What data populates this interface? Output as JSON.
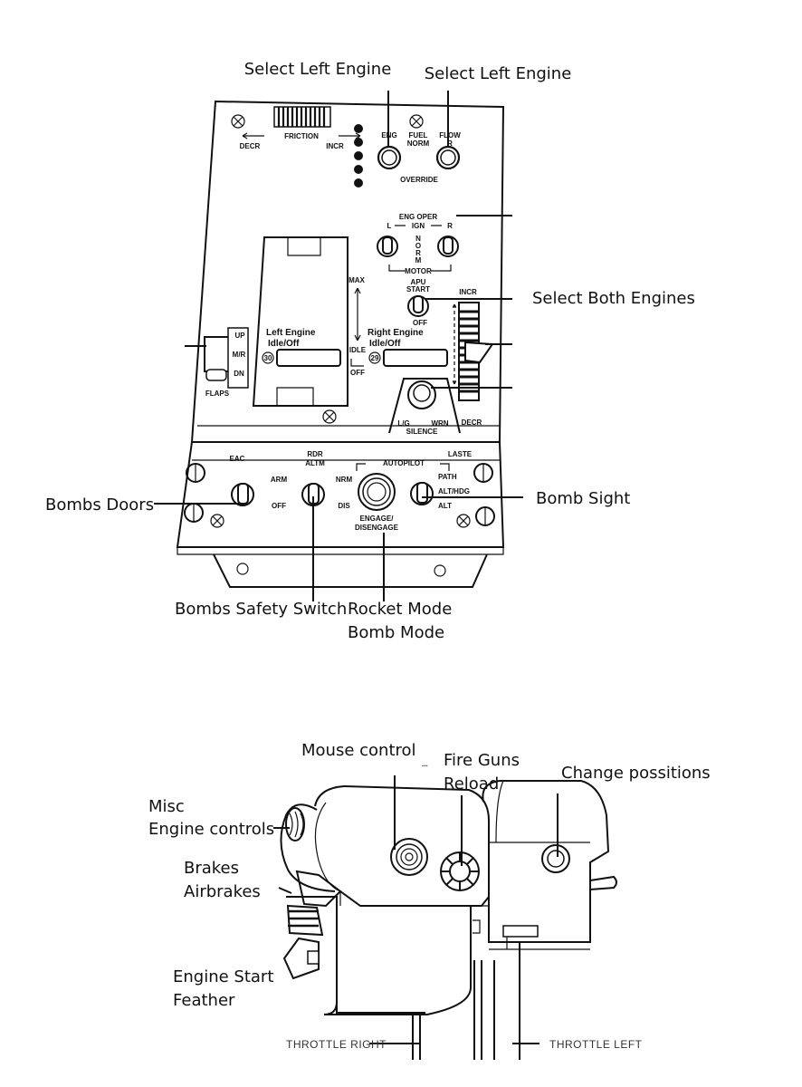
{
  "panel": {
    "friction": "FRICTION",
    "decr": "DECR",
    "incr": "INCR",
    "eng": "ENG",
    "fuel_norm_1": "FUEL",
    "fuel_norm_2": "NORM",
    "flow": "FLOW",
    "flow_r": "R",
    "override": "OVERRIDE",
    "eng_oper": "ENG OPER",
    "ign_l": "L",
    "ign": "IGN",
    "ign_r": "R",
    "norm_n": "N",
    "norm_o": "O",
    "norm_r": "R",
    "norm_m": "M",
    "motor": "MOTOR",
    "apu_1": "APU",
    "apu_2": "START",
    "apu_off": "OFF",
    "max": "MAX",
    "idle": "IDLE",
    "off": "OFF",
    "incr_right": "INCR",
    "decr_right": "DECR",
    "up": "UP",
    "mr": "M/R",
    "dn": "DN",
    "flaps": "FLAPS",
    "left_engine_1": "Left Engine",
    "left_engine_2": "Idle/Off",
    "left_num": "30",
    "right_engine_1": "Right Engine",
    "right_engine_2": "Idle/Off",
    "right_num": "29",
    "lg": "L/G",
    "wrn": "WRN",
    "silence": "SILENCE",
    "eac": "EAC",
    "arm": "ARM",
    "eac_off": "OFF",
    "rdr_1": "RDR",
    "rdr_2": "ALTM",
    "nrm": "NRM",
    "dis": "DIS",
    "autopilot": "AUTOPILOT",
    "engage_1": "ENGAGE/",
    "engage_2": "DISENGAGE",
    "laste": "LASTE",
    "path": "PATH",
    "alt_hdg": "ALT/HDG",
    "alt": "ALT"
  },
  "callouts": {
    "select_left_engine_a": "Select Left Engine",
    "select_left_engine_b": "Select Left Engine",
    "select_both_engines": "Select Both Engines",
    "bombs_doors": "Bombs Doors",
    "bomb_sight": "Bomb Sight",
    "bombs_safety_switch": "Bombs Safety Switch",
    "rocket_mode": "Rocket Mode",
    "bomb_mode": "Bomb Mode",
    "mouse_control": "Mouse control",
    "ellipsis": "...",
    "fire_guns": "Fire Guns",
    "reload": "Reload",
    "change_positions": "Change possitions",
    "misc": "Misc",
    "engine_controls": "Engine controls",
    "brakes": "Brakes",
    "airbrakes": "Airbrakes",
    "engine_start": "Engine Start",
    "feather": "Feather",
    "throttle_right": "THROTTLE RIGHT",
    "throttle_left": "THROTTLE LEFT"
  }
}
